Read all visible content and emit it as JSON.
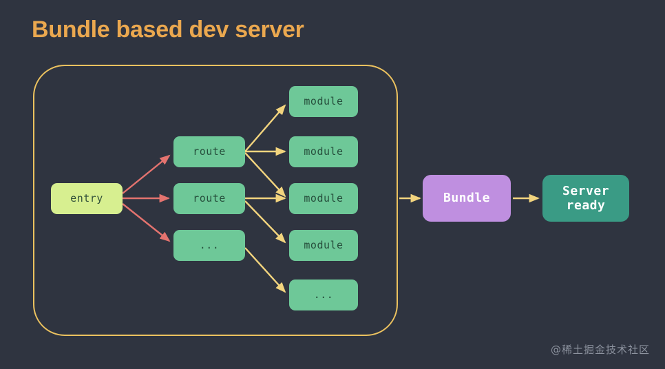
{
  "slide": {
    "title": "Bundle based dev server",
    "background_color": "#2f3440",
    "title_color": "#eba84f",
    "watermark": "@稀土掘金技术社区"
  },
  "container": {
    "name": "bundle-graph-group",
    "border_color": "#ecc25f"
  },
  "palette": {
    "entry_fill": "#d7ef90",
    "entry_text": "#31503a",
    "green_fill": "#6ec898",
    "green_text": "#27503d",
    "purple_fill": "#bf8fe0",
    "teal_fill": "#3a9b85",
    "white_text": "#ffffff",
    "red_arrow": "#e4736f",
    "yellow_arrow": "#f2d47e"
  },
  "nodes": {
    "entry": {
      "label": "entry"
    },
    "routes": [
      {
        "label": "route"
      },
      {
        "label": "route"
      },
      {
        "label": "..."
      }
    ],
    "modules": [
      {
        "label": "module"
      },
      {
        "label": "module"
      },
      {
        "label": "module"
      },
      {
        "label": "module"
      },
      {
        "label": "..."
      }
    ],
    "bundle": {
      "label": "Bundle"
    },
    "server": {
      "label": "Server\nready"
    }
  },
  "edges": {
    "entry_to_routes_color": "#e4736f",
    "routes_to_modules_color": "#f2d47e",
    "group_to_bundle_color": "#f2d47e",
    "bundle_to_server_color": "#f2d47e"
  }
}
